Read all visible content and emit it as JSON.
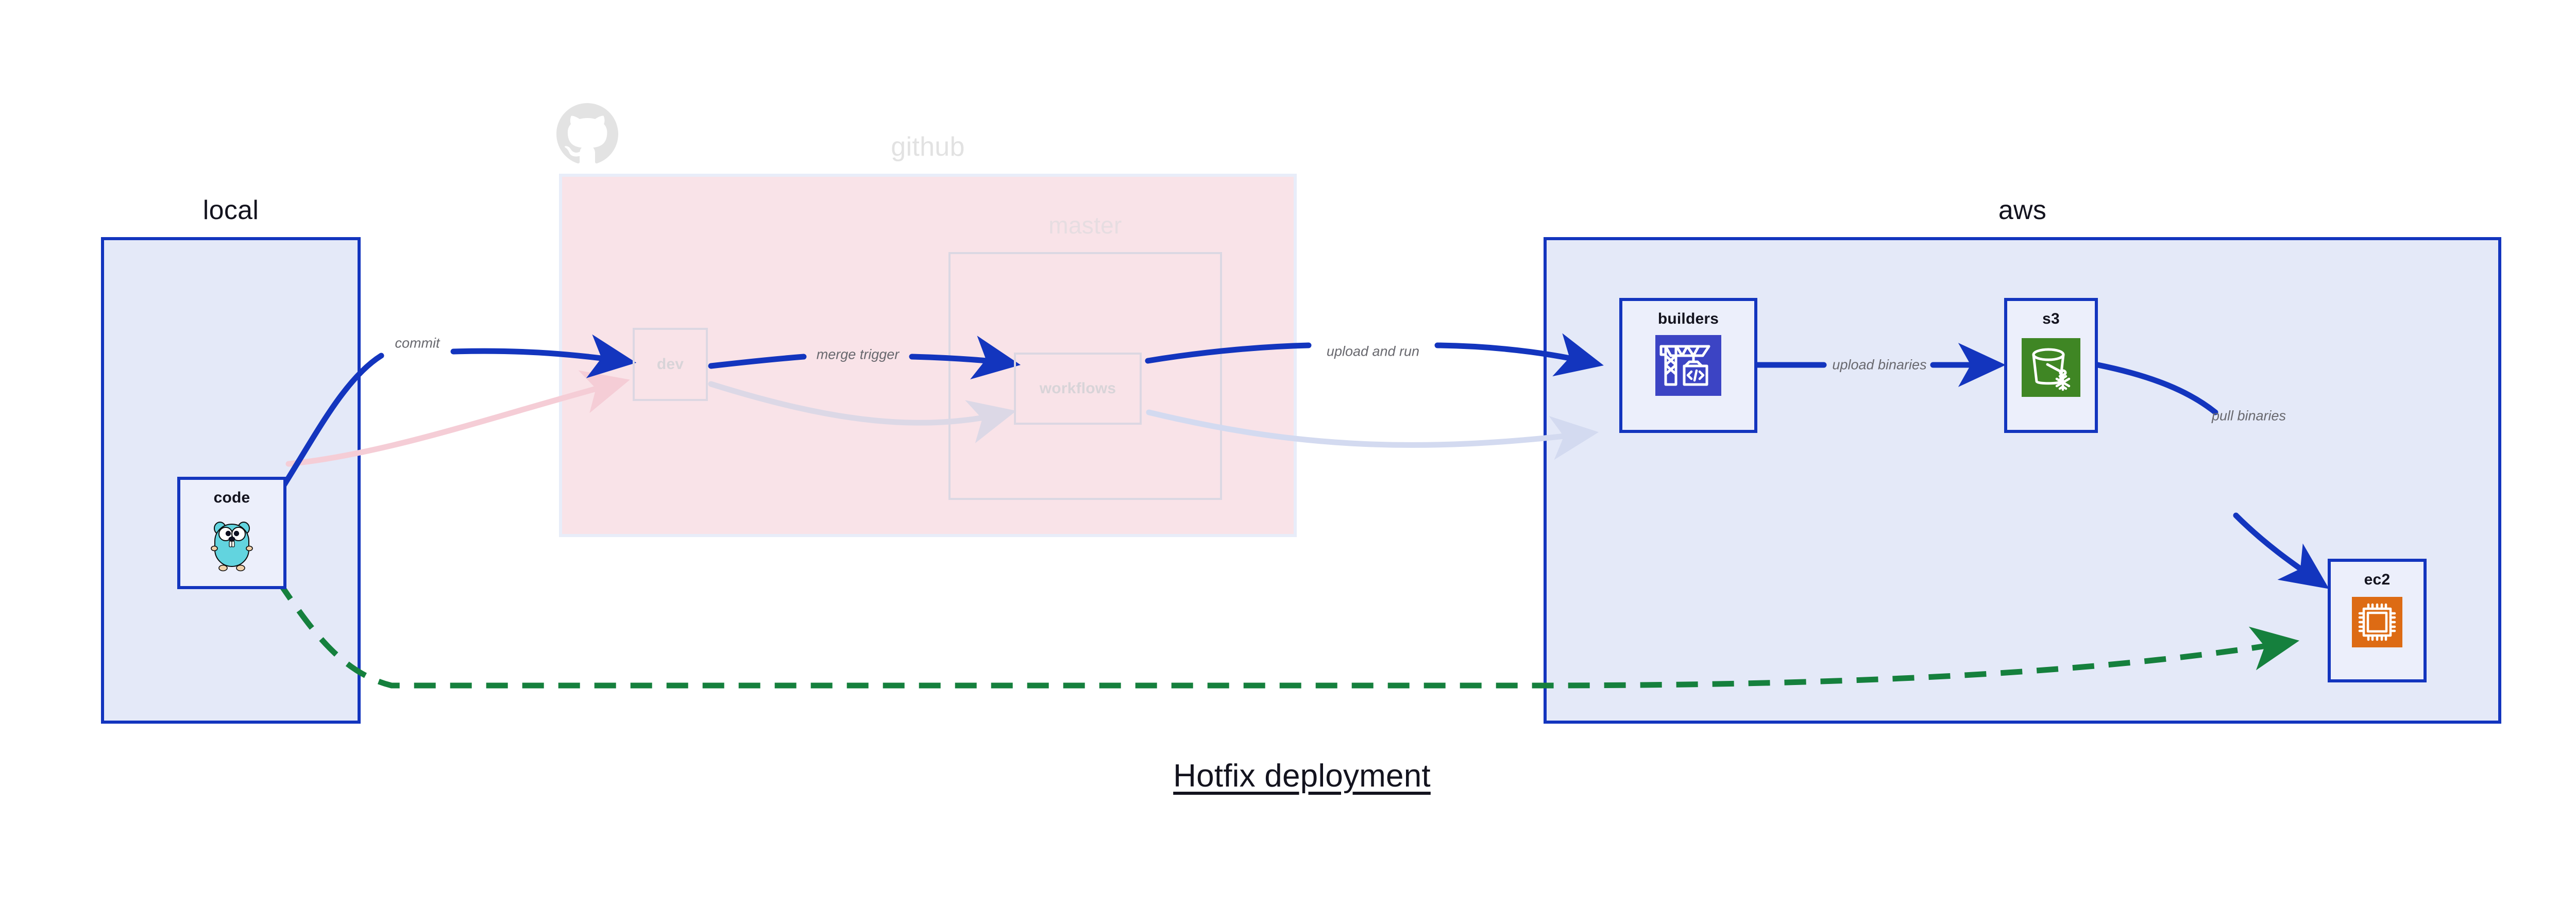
{
  "diagram": {
    "title": "Hotfix deployment",
    "type": "architecture-flow"
  },
  "clusters": [
    {
      "id": "local",
      "label": "local",
      "style": "solid-blue",
      "faded": false
    },
    {
      "id": "github",
      "label": "github",
      "style": "pink-fill",
      "faded": true
    },
    {
      "id": "master",
      "label": "master",
      "style": "dashed-gray",
      "faded": true
    },
    {
      "id": "aws",
      "label": "aws",
      "style": "solid-blue",
      "faded": false
    }
  ],
  "nodes": [
    {
      "id": "code",
      "label": "code",
      "icon": "go-gopher-icon",
      "cluster": "local",
      "faded": false
    },
    {
      "id": "dev",
      "label": "dev",
      "icon": "none",
      "cluster": "github",
      "faded": true
    },
    {
      "id": "workflows",
      "label": "workflows",
      "icon": "none",
      "cluster": "master",
      "faded": true
    },
    {
      "id": "builders",
      "label": "builders",
      "icon": "aws-codebuild-icon",
      "cluster": "aws",
      "faded": false
    },
    {
      "id": "s3",
      "label": "s3",
      "icon": "aws-s3-glacier-icon",
      "cluster": "aws",
      "faded": false
    },
    {
      "id": "ec2",
      "label": "ec2",
      "icon": "aws-ec2-icon",
      "cluster": "aws",
      "faded": false
    }
  ],
  "edges": [
    {
      "id": "e1",
      "from": "code",
      "to": "dev",
      "label": "commit",
      "style": "solid",
      "color": "#1335BE",
      "faded": false
    },
    {
      "id": "e2",
      "from": "dev",
      "to": "workflows",
      "label": "merge trigger",
      "style": "solid",
      "color": "#1335BE",
      "faded": false
    },
    {
      "id": "e3",
      "from": "workflows",
      "to": "builders",
      "label": "upload and run",
      "style": "solid",
      "color": "#1335BE",
      "faded": false
    },
    {
      "id": "e4",
      "from": "builders",
      "to": "s3",
      "label": "upload binaries",
      "style": "solid",
      "color": "#1335BE",
      "faded": false
    },
    {
      "id": "e5",
      "from": "s3",
      "to": "ec2",
      "label": "pull binaries",
      "style": "solid",
      "color": "#1335BE",
      "faded": false
    },
    {
      "id": "e6",
      "from": "code",
      "to": "ec2",
      "label": "",
      "style": "dashed",
      "color": "#15803D",
      "faded": false
    },
    {
      "id": "e7",
      "from": "code",
      "to": "dev",
      "label": "",
      "style": "solid",
      "color": "#F7D9DF",
      "faded": true
    },
    {
      "id": "e8",
      "from": "dev",
      "to": "workflows",
      "label": "",
      "style": "solid",
      "color": "#E0DCE8",
      "faded": true
    },
    {
      "id": "e9",
      "from": "workflows",
      "to": "builders",
      "label": "",
      "style": "solid",
      "color": "#E0E4F2",
      "faded": true
    }
  ],
  "icons": {
    "octocat": "github-octocat-icon",
    "gopher": "go-gopher-icon",
    "codebuild": "aws-codebuild-icon",
    "s3glacier": "aws-s3-glacier-icon",
    "ec2": "aws-ec2-icon"
  },
  "colors": {
    "cluster_border": "#1335BE",
    "cluster_fill": "#E4E9F8",
    "github_fill": "#F9E3E8",
    "node_fill": "#ECEFFB",
    "edge_blue": "#1335BE",
    "edge_green": "#15803D",
    "label_gray": "#68686E",
    "title_color": "#13131E",
    "faded_gray": "#E2E2E2",
    "codebuild_bg": "#3C44C4",
    "s3_bg": "#3F8624",
    "ec2_bg": "#DD6B14",
    "gopher_body": "#62D4DF"
  }
}
